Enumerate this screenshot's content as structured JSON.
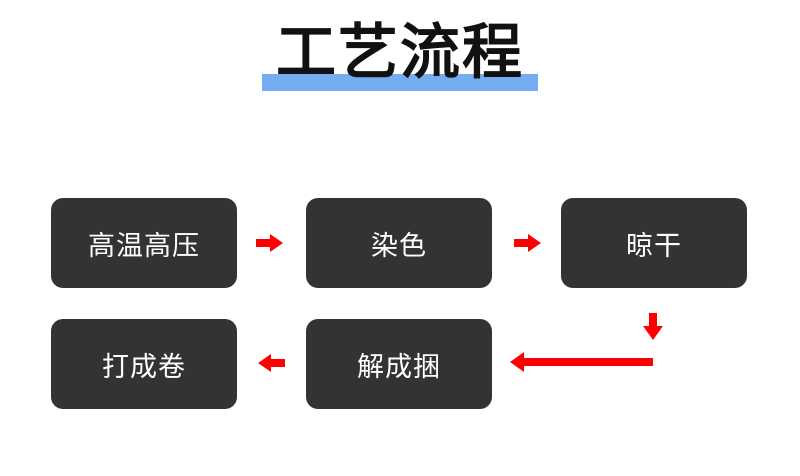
{
  "title": "工艺流程",
  "colors": {
    "box_fill": "#333333",
    "box_text": "#ffffff",
    "arrow": "#ff0000",
    "title_highlight": "#74aef0",
    "title_text": "#111111"
  },
  "steps": [
    {
      "label": "高温高压"
    },
    {
      "label": "染色"
    },
    {
      "label": "晾干"
    },
    {
      "label": "解成捆"
    },
    {
      "label": "打成卷"
    }
  ]
}
